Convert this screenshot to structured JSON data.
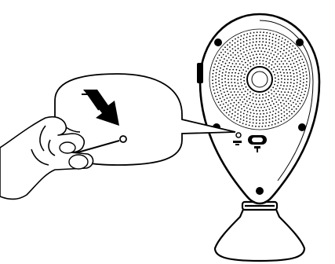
{
  "figure": {
    "subject": "camera-reset-instruction",
    "icons": {
      "arrow": "down-right-arrow-icon",
      "hole": "reset-pinhole-icon",
      "speaker": "speaker-grille",
      "tool": "pin-tool",
      "hand": "hand-holding-pin"
    },
    "colors": {
      "ink": "#000000",
      "paper": "#ffffff"
    }
  }
}
